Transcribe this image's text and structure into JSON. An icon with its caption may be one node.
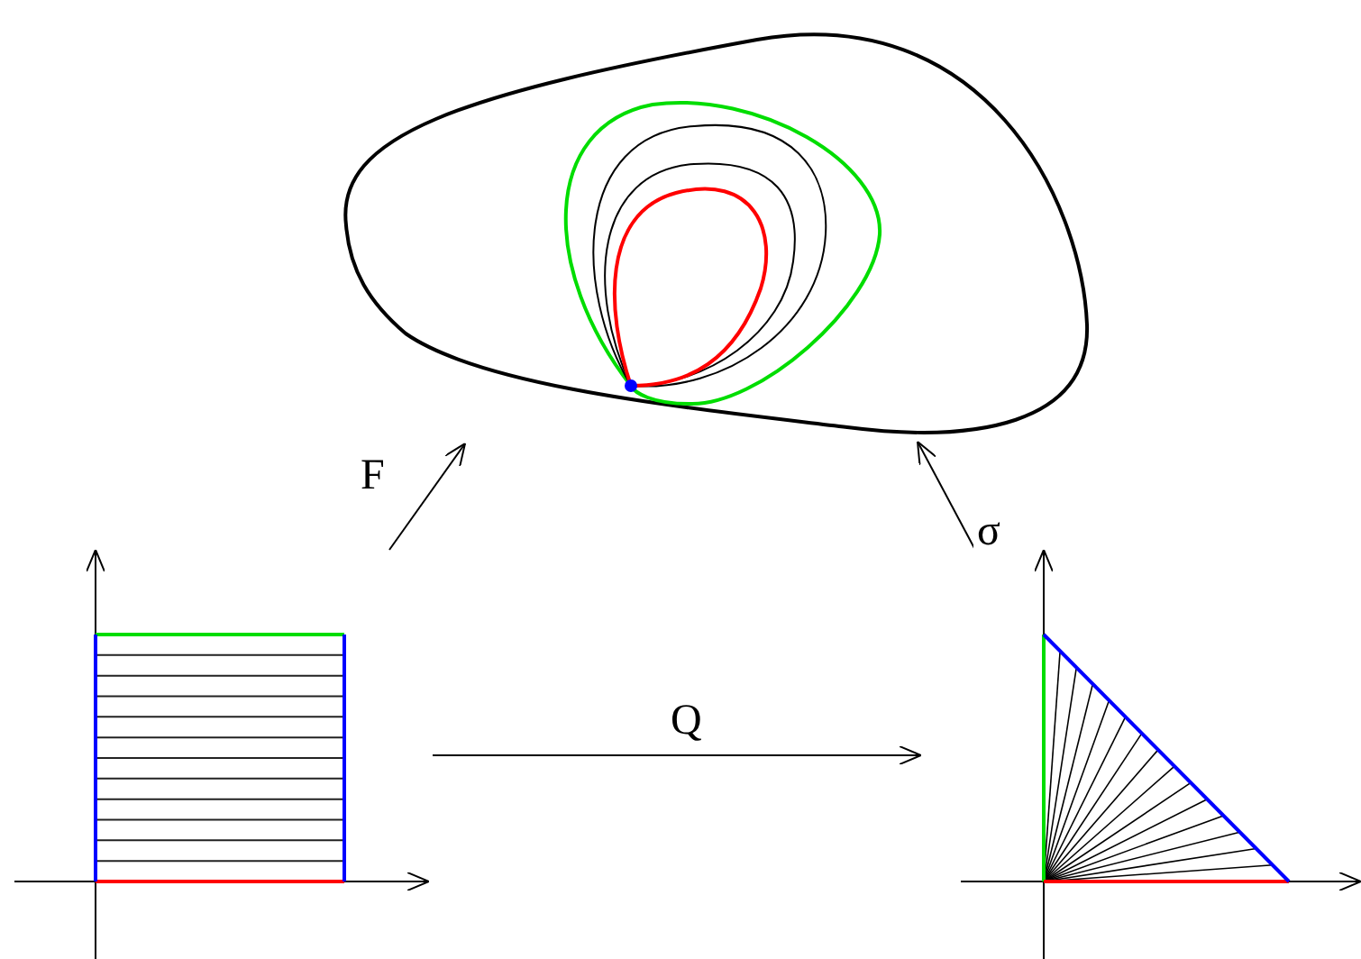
{
  "diagram": {
    "nodes": [
      {
        "text": [],
        "shape": "picture"
      },
      {
        "text": [],
        "shape": "picture"
      },
      {
        "text": [],
        "shape": "picture"
      }
    ],
    "edges": [
      {
        "from": 1,
        "to": 0,
        "label": "F",
        "arrow": "to"
      },
      {
        "from": 1,
        "to": 2,
        "label": "Q",
        "arrow": "to"
      },
      {
        "from": 2,
        "to": 0,
        "label": "σ",
        "arrow": "to"
      }
    ]
  }
}
